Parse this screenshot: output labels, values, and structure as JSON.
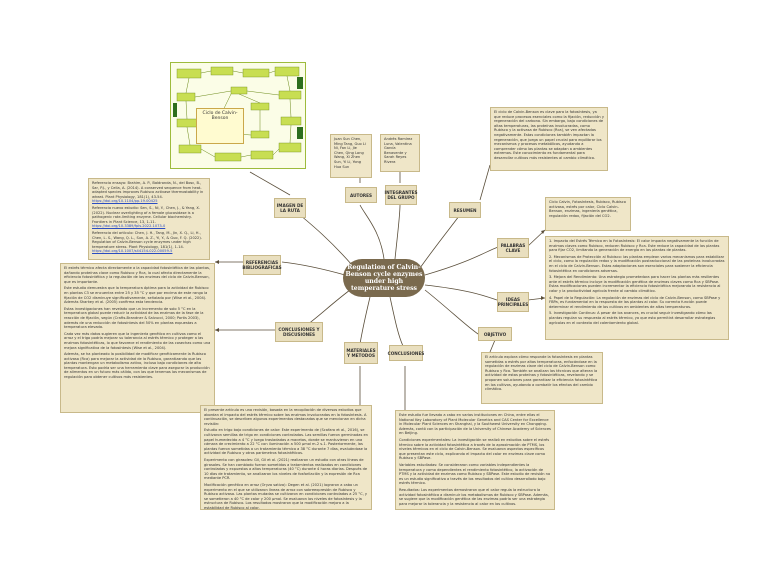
{
  "center_title": "Regulation of Calvin-Benson cycle enzymes under high temperature stress",
  "nodes": {
    "autores": "AUTORES",
    "integrantes": "INTEGRANTES DEL GRUPO",
    "resumen": "RESUMEN",
    "palabras_clave": "PALABRAS CLAVE",
    "ideas": "IDEAS PRINCIPALES",
    "objetivo": "OBJETIVO",
    "conclusiones": "CONCLUSIONES",
    "materiales": "MATERIALES Y METODOS",
    "conclusiones_discusiones": "CONCLUSIONES Y DISCUSIONES",
    "referencias": "REFERENCIAS BIBLIOGRAFICAS",
    "imagen": "IMAGEN DE LA RUTA"
  },
  "autores_text": "Juan Sun Chen, Ming Tang, Guo Li Ni, Fan Li, Jie Chen, Qing Long Wang, Xi Zhen Sun, Yi Li, Yong Hua Sun",
  "integrantes_text": "Andrés Ramírez Luna, Valentina García Benavente y Sarah Reyes Rivera",
  "resumen_text": "El ciclo de Calvin-Benson es clave para la fotosíntesis, ya que reduce procesos esenciales como la fijación, reducción y regeneración del carbono. Sin embargo, bajo condiciones de altas temperaturas, las proteínas involucradas, como Rubisco y la activasa de Rubisco (Rca), se ven afectadas negativamente. Estas condiciones también impactan la regeneración, que juega un papel crucial para equilibrar los mecanismos y procesos metabólicos, ayudando a comprender cómo las plantas se adaptan a ambientes extremos. Este conocimiento es fundamental para desarrollar cultivos más resistentes al cambio climático.",
  "palabras_text": "Ciclo Calvin, Fotosíntesis, Rubisco, Rubisco activasa, estrés por calor, Ciclo Calvin-Benson, enzimas, ingeniería genética, regulación redox, fijación del CO2.",
  "ideas": [
    "1. Impacto del Estrés Térmico en la Fotosíntesis: El calor impacta negativamente la función de enzimas claves como Rubisco, reducen Rubisco y Rca. Este reduce la capacidad de las plantas para fijar CO2, limitando la generación de energía en las plantas de plantas.",
    "2. Mecanismos de Protección al Rubisco: las plantas emplean varios mecanismos para estabilizar el ciclo, como la regulación redox y la modificación postraduccional de las proteínas involucradas en el ciclo de Calvin-Benson. Estas adaptaciones son esenciales para sostener la eficiencia fotosintética en condiciones adversas.",
    "3. Mejora del Rendimiento: Una estrategia prometedora para hacer las plantas más resilientes ante el estrés térmico incluye la modificación genética de enzimas claves como Rca y SBPase. Estas modificaciones pueden incrementar la eficiencia fotosintética mejorando la resistencia al calor y la productividad agrícola frente al cambio climático.",
    "4. Papel de la Regulación: La regulación de enzimas del ciclo de Calvin-Benson, como SBPase y FBPa, es fundamental en la respuesta de las plantas al calor. Su correcta función puede determinar el rendimiento de los cultivos en ambientes de altas temperaturas.",
    "5. Investigación Continua: A pesar de los avances, es crucial seguir investigando cómo las plantas regulan su respuesta al estrés térmico, ya que esto permitirá desarrollar estrategias agrícolas en el contexto del calentamiento global."
  ],
  "objetivo_text": "El artículo explora cómo responde la fotosíntesis en plantas sometidas a estrés por altas temperaturas, enfocándose en la regulación de enzimas clave del ciclo de Calvin-Benson como Rubisco y Rca. También se analizan las técnicas que alteran la actividad de estas proteínas y fotosintéticas, revelando y se proponen soluciones para garantizar la eficiencia fotosintética en los cultivos, ayudando a combatir los efectos del cambio climático.",
  "conclusiones_dis_text": [
    "El estrés térmico afecta directamente a la capacidad fotosintética de las plantas, dañando proteínas clave como Rubisco y Rca, la cual afecta directamente la eficiencia fotosintética y la regulación de las enzimas del ciclo de Calvin-Benson, que es importante.",
    "Este estudio demuestra que la temperatura óptima para la actividad de Rubisco en plantas C3 se encuentra entre 25 y 35 °C y que por encima de este rango la fijación de CO2 disminuye significativamente, señalado por (Wise et al., 2004). Además Sharkey et al. (2005) confirma esta tendencia.",
    "Estas investigaciones han revelado que un incremento de solo 5 °C en la temperatura global puede reducir la actividad de las enzimas de la fase de la reacción de fijación, según (Crafts-Brandner & Salvucci, 2000; Portis 2003), además de una reducción de fotosíntesis del 50% en plantas expuestas a temperatura elevada.",
    "Cada vez más datos sugieren que la ingeniería genética en cultivos como el arroz y el trigo podría mejorar su tolerancia al estrés térmico y proteger a las enzimas fotosintéticas, lo que favorece el rendimiento de las cosechas como una mejora significativa de la fotosíntesis (Wise et al., 2004).",
    "Además, se ha planteado la posibilidad de modificar genéticamente la Rubisco activasa (Rca) para mejorar la actividad de la Rubisco, garantizando que las plantas mantengan un metabolismo activo, incluso bajo condiciones de alta temperatura. Esto podría ser una herramienta clave para asegurar la producción de alimentos en un futuro más cálido, con las que tenemos los mecanismos de regulación para obtener cultivos más resistentes."
  ],
  "referencias": [
    {
      "text": "Referencia ensayo: Brahim, A. P., Baldronda, N., del Bosc, B., Sar, P.J., y Cella, A. (2014). A conserved sequence from heat-adapted species improves Rubisco activase thermostability in wheat. Plant Physiology, 181(1), 43-54.",
      "link": "https://doi.org/10.1104/pp.19.00425"
    },
    {
      "text": "Referencia nuevo estudio: Sen, S., Ni, Y., Chen, J., & Yang, X. (2022). Nuclear overlighting of a female glucosidase is a pathogenic rate-limiting enzyme. Cellular biochemistry. Frontiers in Plant Science, 13, 1-11.",
      "link": "https://doi.org/10.3389/fpls.2022.1073-0"
    },
    {
      "text": "Referencia del artículo: Chen, J. H., Tang, M., Jin, X. Q., Li, H., Chen, L. S., Wang, Q. L., Sun, A. Z., Yi, Y., & Guo, F. Q. (2022). Regulation of Calvin-Benson cycle enzymes under high temperature stress. Plant Physiology, 181(1), 1-14.",
      "link": "https://doi.org/10.1007/s44154-022-00059-5"
    }
  ],
  "materiales_text": [
    "El presente artículo es una revisión, basada en la recopilación de diversos estudios que abordan el impacto del estrés térmico sobre las enzimas involucradas en la fotosíntesis. A continuación, se describen algunos experimentos destacados que se mencionan en dicha revisión:",
    "Estudio en trigo bajo condiciones de calor: Este experimento de (Scafaro et al., 2016), se cultivaron semillas de trigo en condiciones controladas. Las semillas fueron germinadas en papel humedecido a 4 °C y luego trasladadas a macetas, donde se mantuvieron en una cámara de crecimiento a 22 °C con iluminación a 500 μmol m-2 s-1. Posteriormente, las plantas fueron sometidas a un tratamiento térmico a 38 °C durante 7 días, evaluándose la actividad de Rubisco y otros parámetros fotosintéticos.",
    "Experimento con girasoles: Gil, Gil et al. (2021) realizaron un estudio con otras líneas de girasoles. Se han cambiado fueron sometidos a tratamientos realizados en condiciones controladas y expuestos a altas temperaturas (40 °C) durante 4 horas diarias. Después de 10 días de tratamiento, se analizaron los niveles de fosforilación y la expresión de Rca mediante PCR.",
    "Modificación genética en arroz (Oryza sativa): Degen et al. (2021) lograron a cabo un experimento en el que se utilizaron líneas de arroz con sobreexpresión de Rubisco y Rubisco activasa. Las plantas mutadas se cultivaron en condiciones controladas a 25 °C, y se sometieron a 40 °C de calor y 200 μmol. Se evaluaron los niveles de fotosíntesis y la estructura de Rubisco. Los resultados mostraron que la modificación mejora a la estabilidad de Rubisco al calor."
  ],
  "conclusiones_text": [
    "Este estudio fue llevado a cabo en varias instituciones en China, entre ellas el National Key Laboratory of Plant Molecular Genetics and CAS Center for Excellence in Molecular Plant Sciences en Shanghai, y la Southwest University en Chongqing. Además, contó con la participación de la University of Chinese Academy of Sciences en Beijing.",
    "Condiciones experimentales: La investigación se realizó en estudios sobre el estrés térmico sobre la actividad fotosintética a través de la aproximación de PTMS, los niveles térmicos en el ciclo de Calvin-Benson. Se evaluaron aspectos específicos que presentan este ciclo, explicando el impacto del calor en enzimas clave como Rubisco y SBPase.",
    "Variables estudiadas: Se consideraron como variables independientes la temperatura y como dependientes el rendimiento fotosintético, la activación de PTMS y la actividad de enzimas como Rubisco y SBPase. Este estudio de revisión no es un estudio significativo a través de los resultados del cultivo desarrollado bajo estrés térmico.",
    "Resultados: Los experimentos demostraron que el calor regula la estructura la actividad fotosintética a disminuir los metabolismos de Rubisco y SBPase. Además, se sugiere que la modificación genética de las enzimas podría ser una estrategia para mejorar la tolerancia y la resistencia al calor en los cultivos."
  ],
  "figure": {
    "title": "Ciclo de Calvin-Benson"
  }
}
